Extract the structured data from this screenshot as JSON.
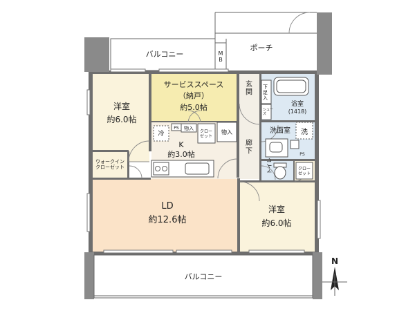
{
  "rooms": {
    "balcony_top": "バルコニー",
    "mb": "M\nB",
    "porch": "ポーチ",
    "service_space": "サービススペース",
    "service_space_sub": "（納戸）",
    "service_space_size": "約5.0帖",
    "entrance": "玄\n関",
    "shoe_box": "下\n足\n入",
    "bath": "浴室",
    "bath_size": "(1418)",
    "western_left": "洋室",
    "western_left_size": "約6.0帖",
    "fridge": "冷",
    "ps_kitchen": "PS",
    "storage_kitchen": "物入",
    "closet_kitchen": "クロー\nゼット",
    "storage_hall": "物入",
    "kitchen": "K",
    "kitchen_size": "約3.0帖",
    "corridor": "廊\n下",
    "washroom": "洗面室",
    "washer": "洗",
    "ps_wash": "PS",
    "toilet": "トイレ",
    "closet_toilet": "クロー\nゼット",
    "walk_in_closet": "ウォークイン\nクローゼット",
    "ld": "LD",
    "ld_size": "約12.6帖",
    "western_right": "洋室",
    "western_right_size": "約6.0帖",
    "balcony_bottom": "バルコニー",
    "shoes_small": "シュー\nズ"
  },
  "compass": {
    "north": "N"
  },
  "colors": {
    "western_room": "#faf3dc",
    "service_space": "#f6ecb0",
    "kitchen": "#f7f0e4",
    "ld": "#fbe3c8",
    "corridor": "#f3efe6",
    "wet_area": "#dde9f3",
    "wall": "#6e6e6e",
    "balcony": "#ffffff"
  }
}
